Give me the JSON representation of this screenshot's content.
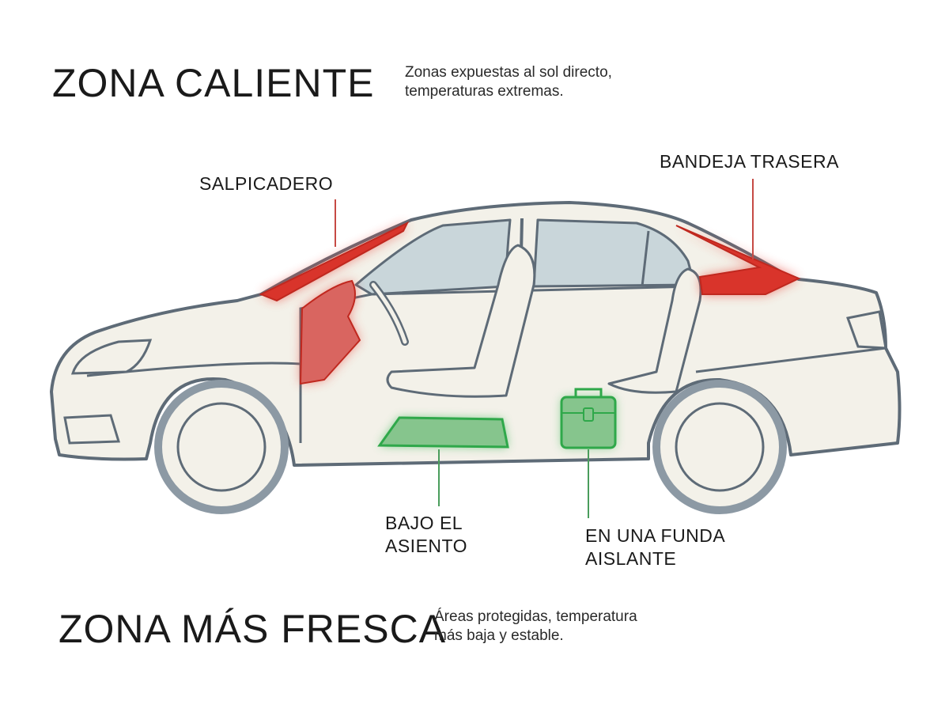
{
  "hot_zone": {
    "title": "ZONA CALIENTE",
    "description_lines": [
      "Zonas expuestas al sol directo,",
      "temperaturas extremas."
    ],
    "color": "#d9342b"
  },
  "cool_zone": {
    "title": "ZONA MÁS FRESCA",
    "description_lines": [
      "Áreas protegidas, temperatura",
      "más baja y estable."
    ],
    "color": "#2fa84a"
  },
  "labels": {
    "dashboard": {
      "lines": [
        "SALPICADERO"
      ],
      "zone": "hot"
    },
    "rear_shelf": {
      "lines": [
        "BANDEJA TRASERA"
      ],
      "zone": "hot"
    },
    "under_seat": {
      "lines": [
        "BAJO EL",
        "ASIENTO"
      ],
      "zone": "cool"
    },
    "insulated_case": {
      "lines": [
        "EN UNA FUNDA",
        "AISLANTE"
      ],
      "zone": "cool"
    }
  },
  "colors": {
    "car_body": "#f3f1e9",
    "car_outline": "#5e6b77",
    "glass": "#c9d6da",
    "tire": "#8c99a4"
  }
}
